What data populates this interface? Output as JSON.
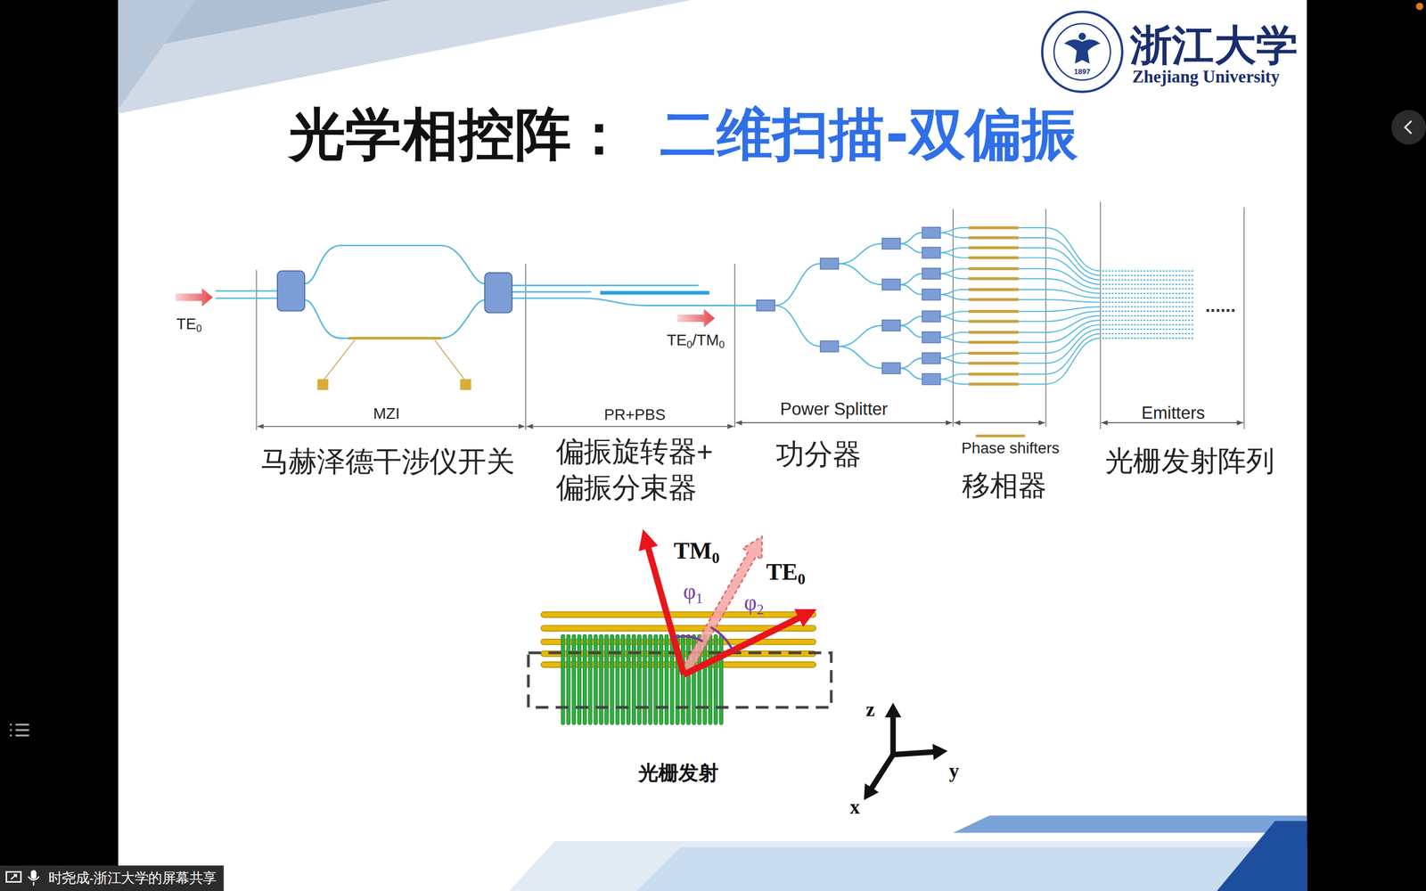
{
  "diagram": {
    "title": "光学相控阵： 二维扫描-双偏振",
    "labels": [
      "TE0",
      "MZI",
      "马赫泽德干涉仪开关",
      "TE0/TM0",
      "PR+PBS",
      "偏振旋转器+ 偏振分束器",
      "Power Splitter",
      "功分器",
      "Phase shifters",
      "移相器",
      "Emitters",
      "光栅发射阵列",
      "......",
      "TM0",
      "TE0",
      "φ1",
      "φ2",
      "光栅发射",
      "z",
      "y",
      "x",
      "浙江大学",
      "Zhejiang University",
      "1897",
      "时尧成-浙江大学的屏幕共享"
    ]
  }
}
